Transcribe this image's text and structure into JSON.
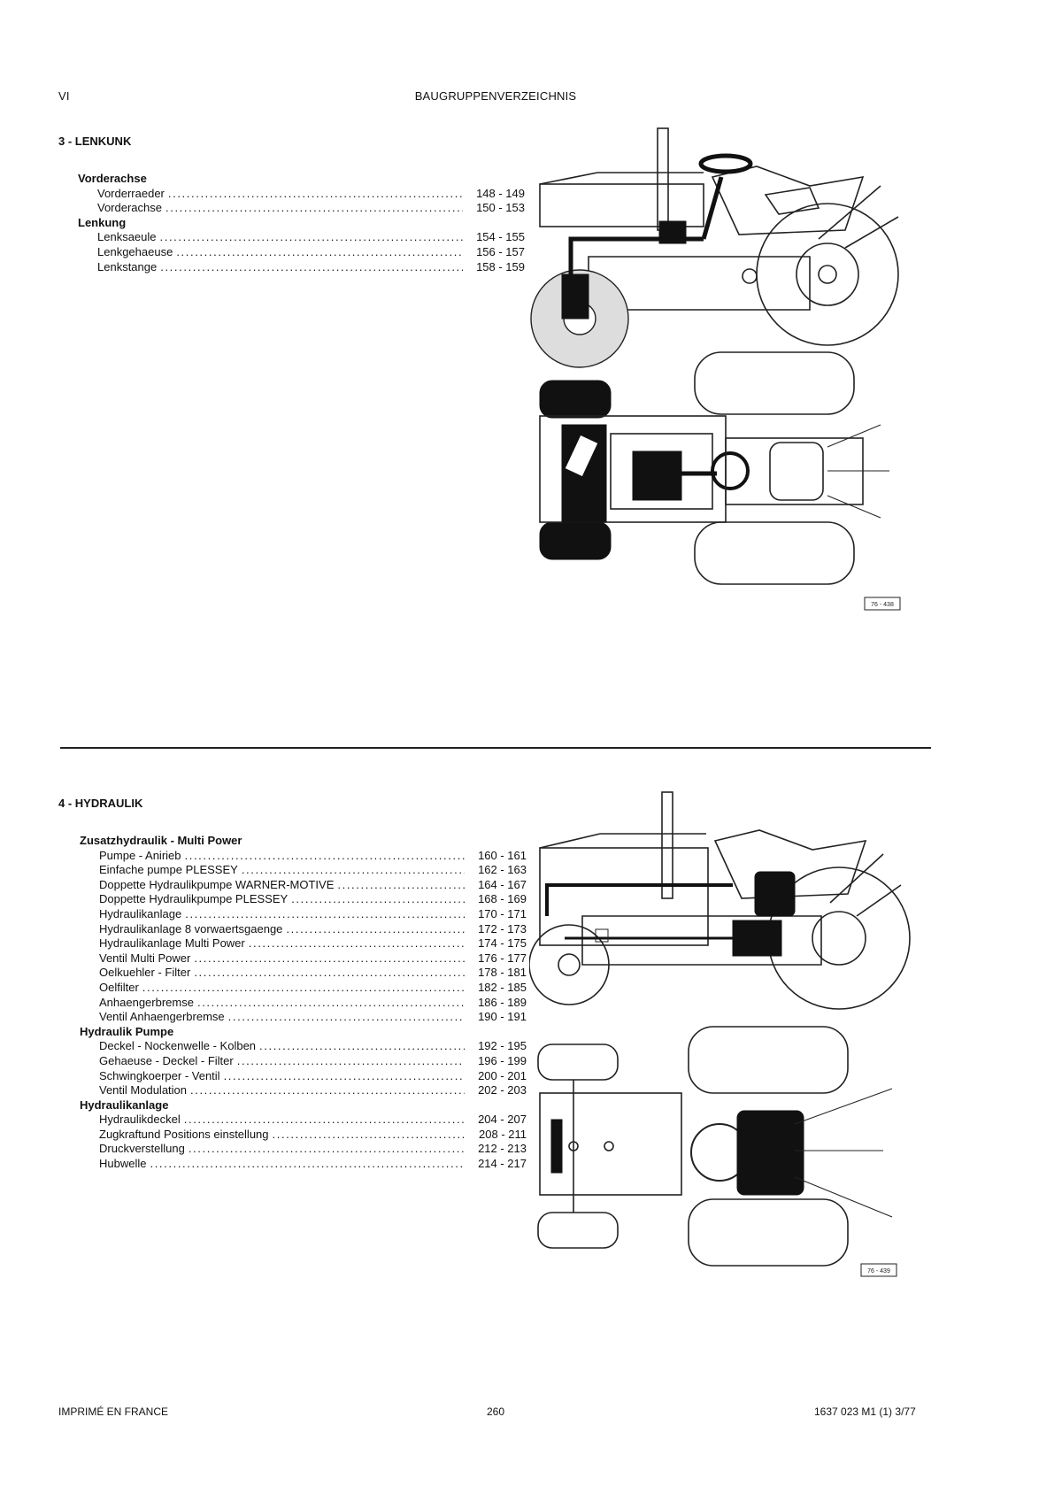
{
  "header": {
    "page_label": "VI",
    "title": "BAUGRUPPENVERZEICHNIS"
  },
  "section3": {
    "title": "3 - LENKUNK",
    "groups": [
      {
        "name": "Vorderachse",
        "entries": [
          {
            "label": "Vorderraeder",
            "pages": "148 - 149"
          },
          {
            "label": "Vorderachse",
            "pages": "150 - 153"
          }
        ]
      },
      {
        "name": "Lenkung",
        "entries": [
          {
            "label": "Lenksaeule",
            "pages": "154 - 155"
          },
          {
            "label": "Lenkgehaeuse",
            "pages": "156 - 157"
          },
          {
            "label": "Lenkstange",
            "pages": "158 - 159"
          }
        ]
      }
    ],
    "figure_ref": "76 - 438"
  },
  "section4": {
    "title": "4 - HYDRAULIK",
    "groups": [
      {
        "name": "Zusatzhydraulik - Multi Power",
        "entries": [
          {
            "label": "Pumpe - Anirieb",
            "pages": "160 - 161"
          },
          {
            "label": "Einfache pumpe PLESSEY",
            "pages": "162 - 163"
          },
          {
            "label": "Doppette Hydraulikpumpe WARNER-MOTIVE",
            "pages": "164 - 167"
          },
          {
            "label": "Doppette Hydraulikpumpe PLESSEY",
            "pages": "168 - 169"
          },
          {
            "label": "Hydraulikanlage",
            "pages": "170 - 171"
          },
          {
            "label": "Hydraulikanlage 8 vorwaertsgaenge",
            "pages": "172 - 173"
          },
          {
            "label": "Hydraulikanlage Multi Power",
            "pages": "174 - 175"
          },
          {
            "label": "Ventil Multi Power",
            "pages": "176 - 177"
          },
          {
            "label": "Oelkuehler - Filter",
            "pages": "178 - 181"
          },
          {
            "label": "Oelfilter",
            "pages": "182 - 185"
          },
          {
            "label": "Anhaengerbremse",
            "pages": "186 - 189"
          },
          {
            "label": "Ventil Anhaengerbremse",
            "pages": "190 - 191"
          }
        ]
      },
      {
        "name": "Hydraulik Pumpe",
        "entries": [
          {
            "label": "Deckel - Nockenwelle - Kolben",
            "pages": "192 - 195"
          },
          {
            "label": "Gehaeuse - Deckel - Filter",
            "pages": "196 - 199"
          },
          {
            "label": "Schwingkoerper - Ventil",
            "pages": "200 - 201"
          },
          {
            "label": "Ventil Modulation",
            "pages": "202 - 203"
          }
        ]
      },
      {
        "name": "Hydraulikanlage",
        "entries": [
          {
            "label": "Hydraulikdeckel",
            "pages": "204 - 207"
          },
          {
            "label": "Zugkraftund Positions einstellung",
            "pages": "208 - 211"
          },
          {
            "label": "Druckverstellung",
            "pages": "212 - 213"
          },
          {
            "label": "Hubwelle",
            "pages": "214 - 217"
          }
        ]
      }
    ],
    "figure_ref": "76 - 439"
  },
  "footer": {
    "left": "IMPRIMÉ EN FRANCE",
    "center": "260",
    "right": "1637 023 M1 (1) 3/77"
  }
}
